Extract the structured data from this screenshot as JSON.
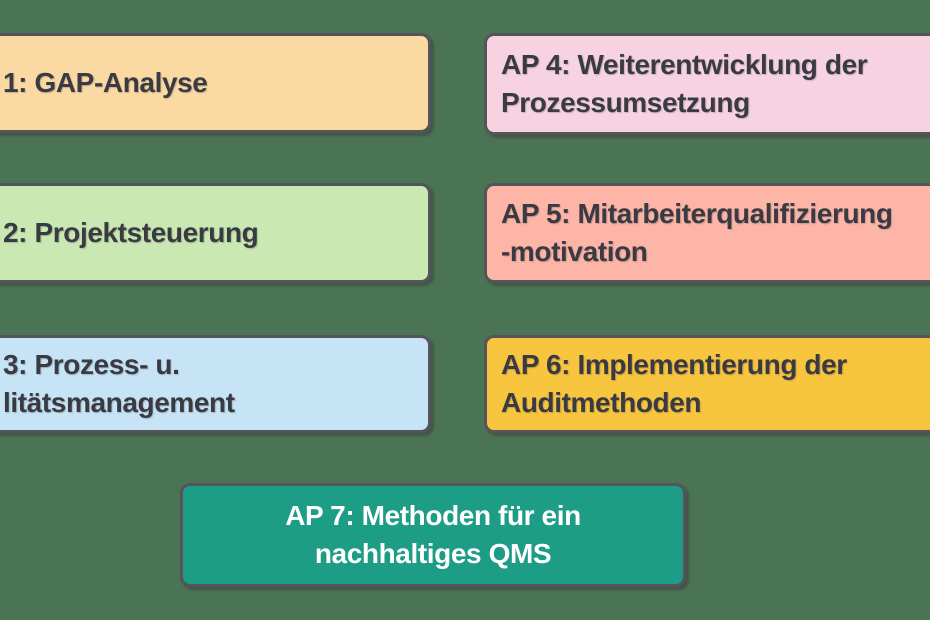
{
  "canvas": {
    "background_color": "#4a7453",
    "border_color": "#54545b",
    "text_color": "#3a3a43"
  },
  "boxes": {
    "ap1": {
      "lines": [
        "1: GAP-Analyse"
      ],
      "color": "#fbd9a3",
      "text_color": "#3a3a43"
    },
    "ap4": {
      "lines": [
        "AP 4: Weiterentwicklung der",
        "Prozessumsetzung"
      ],
      "color": "#f7d3e2",
      "text_color": "#3a3a43"
    },
    "ap2": {
      "lines": [
        "2: Projektsteuerung"
      ],
      "color": "#c9e8b2",
      "text_color": "#3a3a43"
    },
    "ap5": {
      "lines": [
        "AP 5: Mitarbeiterqualifizierung",
        "-motivation"
      ],
      "color": "#fcb5a6",
      "text_color": "#3a3a43"
    },
    "ap3": {
      "lines": [
        "3: Prozess- u.",
        "litätsmanagement"
      ],
      "color": "#c6e4f6",
      "text_color": "#3a3a43"
    },
    "ap6": {
      "lines": [
        "AP 6: Implementierung der",
        "Auditmethoden"
      ],
      "color": "#f8c53e",
      "text_color": "#3a3a43"
    },
    "ap7": {
      "lines": [
        "AP 7: Methoden für ein",
        "nachhaltiges QMS"
      ],
      "color": "#1d9c86",
      "text_color": "#ffffff"
    }
  }
}
